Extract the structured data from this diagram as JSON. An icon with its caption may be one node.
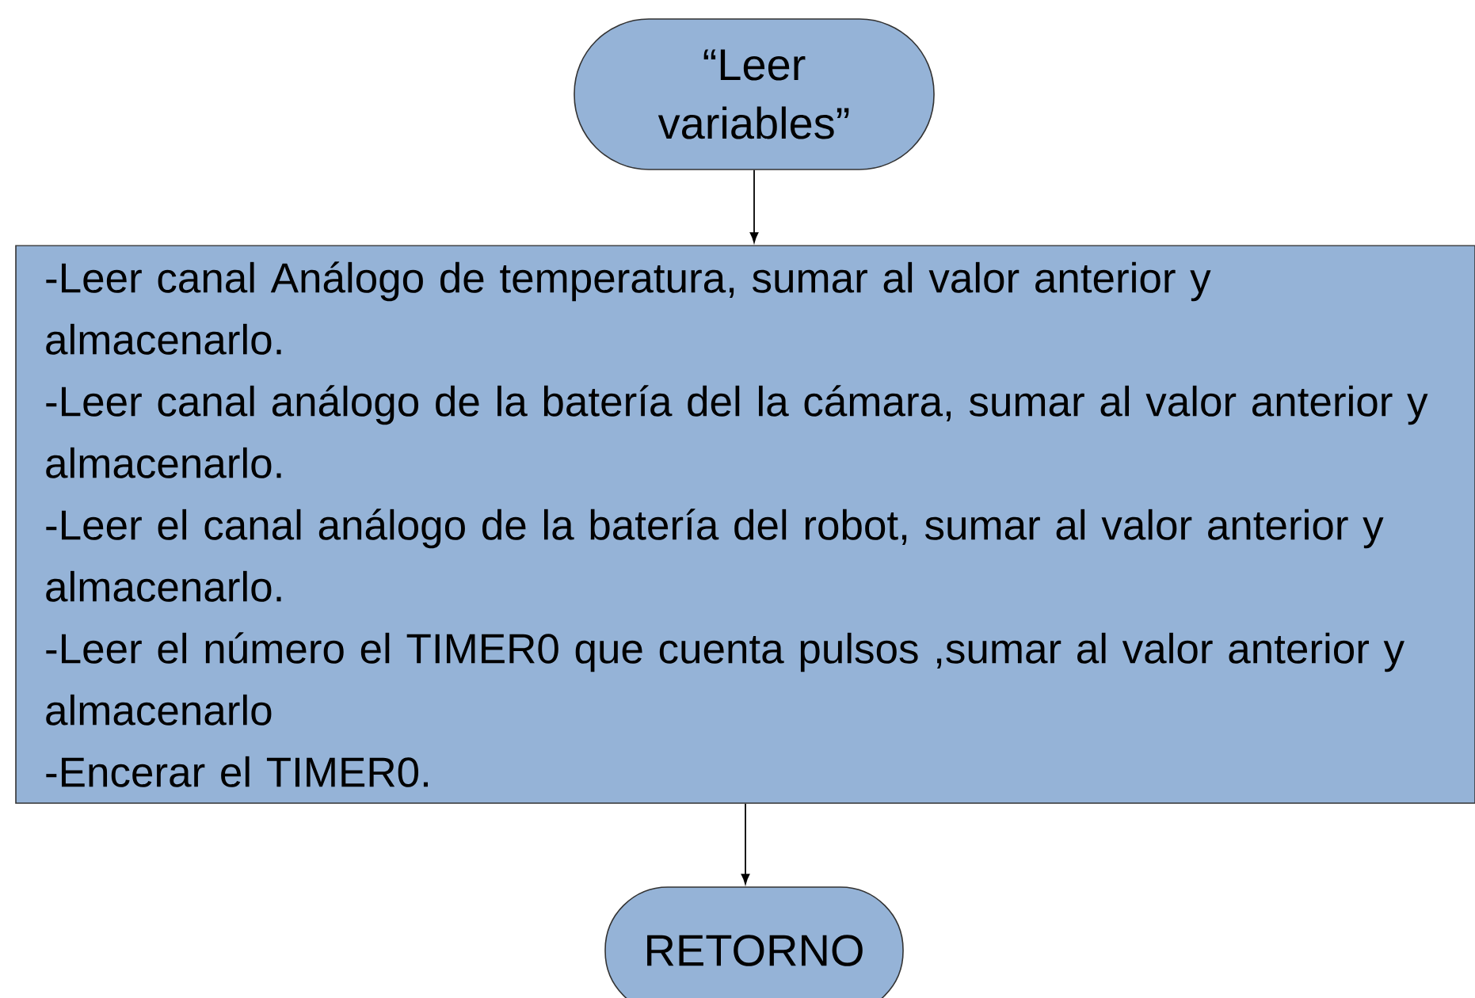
{
  "diagram": {
    "nodes": [
      {
        "text": [
          "“Leer variables”"
        ]
      },
      {
        "text": [
          "-Leer canal Análogo de temperatura, sumar al valor anterior y almacenarlo.",
          "-Leer canal análogo de la batería del la cámara, sumar al valor anterior y almacenarlo.",
          "-Leer el canal análogo de la batería del robot, sumar al valor anterior y almacenarlo.",
          "-Leer el número el TIMER0 que cuenta pulsos ,sumar al valor anterior y almacenarlo",
          "-Encerar el TIMER0."
        ]
      },
      {
        "text": [
          "RETORNO"
        ]
      }
    ],
    "edges": [
      {
        "from": 0,
        "to": 1,
        "arrow": "to"
      },
      {
        "from": 1,
        "to": 2,
        "arrow": "to"
      }
    ]
  }
}
